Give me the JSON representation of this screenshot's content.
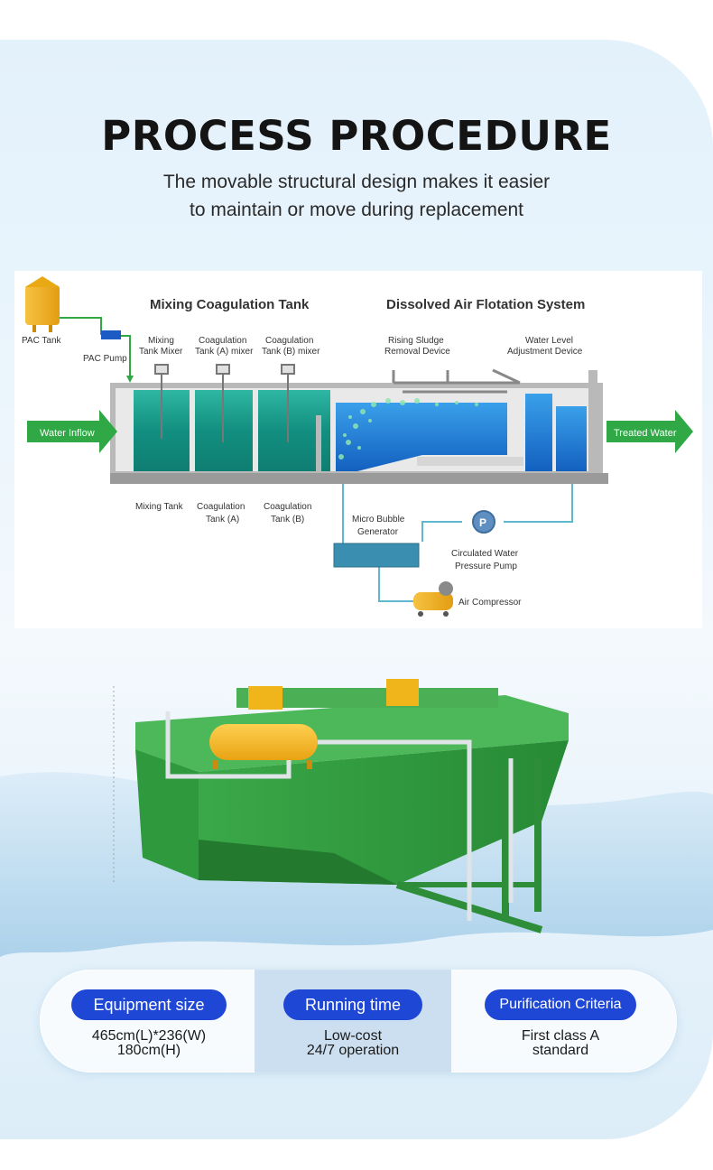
{
  "header": {
    "title": "PROCESS PROCEDURE",
    "subtitle_line1": "The movable structural design makes it easier",
    "subtitle_line2": "to maintain or move during replacement"
  },
  "diagram": {
    "section_mixing": "Mixing Coagulation Tank",
    "section_daf": "Dissolved Air Flotation System",
    "pac_tank": "PAC Tank",
    "pac_pump": "PAC Pump",
    "mixer1_line1": "Mixing",
    "mixer1_line2": "Tank Mixer",
    "mixer2_line1": "Coagulation",
    "mixer2_line2": "Tank (A) mixer",
    "mixer3_line1": "Coagulation",
    "mixer3_line2": "Tank (B) mixer",
    "sludge_line1": "Rising Sludge",
    "sludge_line2": "Removal Device",
    "level_line1": "Water Level",
    "level_line2": "Adjustment Device",
    "water_inflow": "Water Inflow",
    "treated_water": "Treated Water",
    "tank1": "Mixing Tank",
    "tank2_line1": "Coagulation",
    "tank2_line2": "Tank (A)",
    "tank3_line1": "Coagulation",
    "tank3_line2": "Tank (B)",
    "mbg_line1": "Micro Bubble",
    "mbg_line2": "Generator",
    "pump_line1": "Circulated Water",
    "pump_line2": "Pressure Pump",
    "pump_letter": "P",
    "compressor": "Air Compressor"
  },
  "specs": [
    {
      "label": "Equipment size",
      "line1": "465cm(L)*236(W)",
      "line2": "180cm(H)"
    },
    {
      "label": "Running time",
      "line1": "Low-cost",
      "line2": "24/7 operation"
    },
    {
      "label": "Purification Criteria",
      "line1": "First class A",
      "line2": "standard"
    }
  ],
  "colors": {
    "accent_blue": "#1f47d6",
    "tank_teal": "#1aa08e",
    "daf_blue": "#1f7fd8",
    "machine_green": "#2d9a3c",
    "tank_yellow": "#f0b51a",
    "arrow_green": "#2fa845"
  }
}
